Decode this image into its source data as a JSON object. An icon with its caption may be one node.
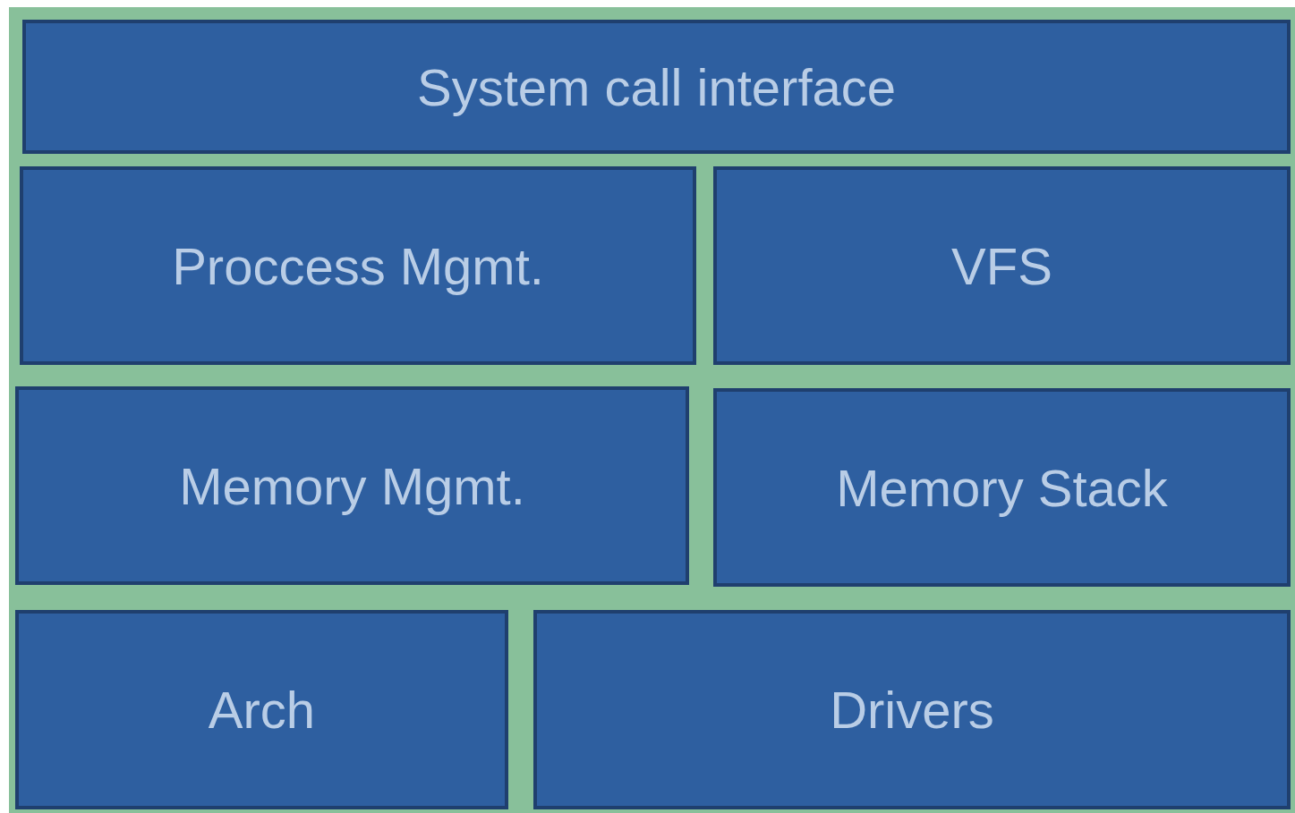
{
  "diagram": {
    "nodes": [
      {
        "text": [
          "System call interface"
        ]
      },
      {
        "text": [
          "Proccess Mgmt."
        ]
      },
      {
        "text": [
          "VFS"
        ]
      },
      {
        "text": [
          "Memory Mgmt."
        ]
      },
      {
        "text": [
          "Memory Stack"
        ]
      },
      {
        "text": [
          "Arch"
        ]
      },
      {
        "text": [
          "Drivers"
        ]
      }
    ]
  }
}
